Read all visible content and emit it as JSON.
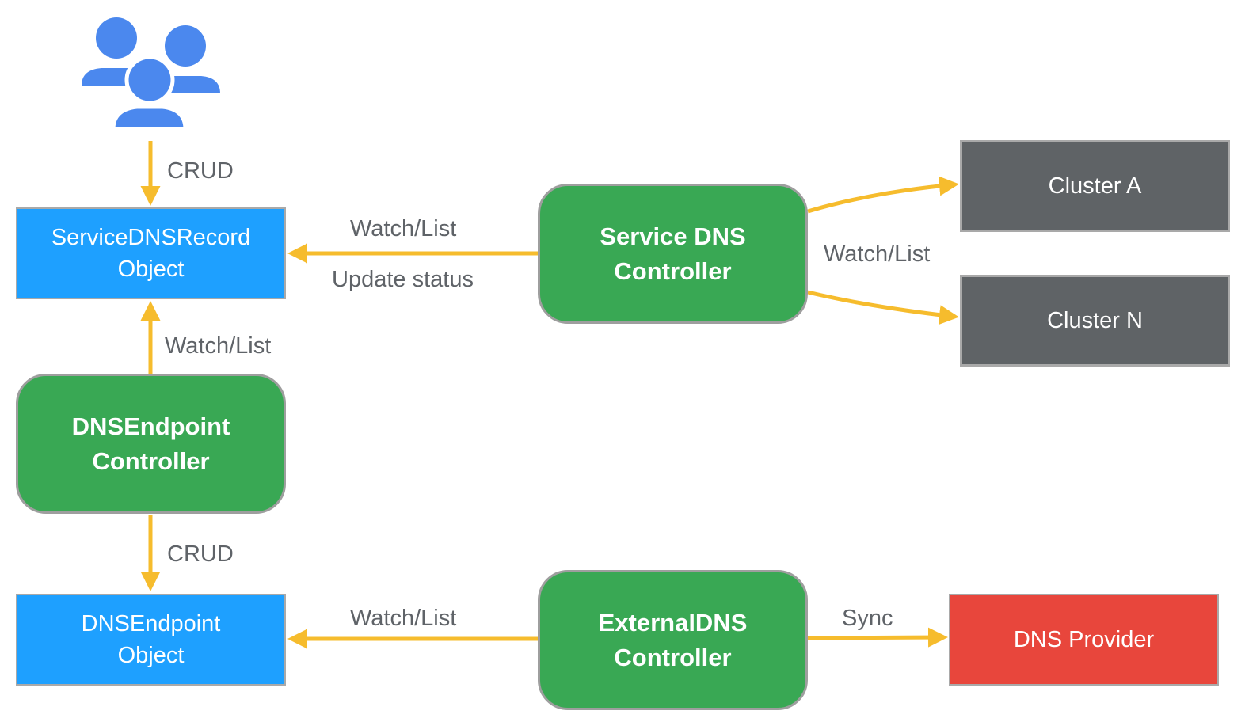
{
  "colors": {
    "object_fill": "#1ea0ff",
    "controller_fill": "#39a854",
    "cluster_fill": "#5f6366",
    "provider_fill": "#e8463c",
    "arrow": "#f6bc2d",
    "user_icon": "#4b88ee",
    "label_text": "#5f6368"
  },
  "users": {
    "icon": "users-group-icon"
  },
  "nodes": {
    "service_dns_record": "ServiceDNSRecord\nObject",
    "dns_endpoint_controller": "DNSEndpoint\nController",
    "dns_endpoint_object": "DNSEndpoint\nObject",
    "service_dns_controller": "Service DNS\nController",
    "external_dns_controller": "ExternalDNS\nController",
    "cluster_a": "Cluster A",
    "cluster_n": "Cluster N",
    "dns_provider": "DNS Provider"
  },
  "edges": {
    "users_crud": "CRUD",
    "sdc_watch_list": "Watch/List",
    "sdc_update_status": "Update status",
    "dec_watch_list": "Watch/List",
    "dec_crud": "CRUD",
    "edc_watch_list": "Watch/List",
    "clusters_watch_list": "Watch/List",
    "edc_sync": "Sync"
  }
}
